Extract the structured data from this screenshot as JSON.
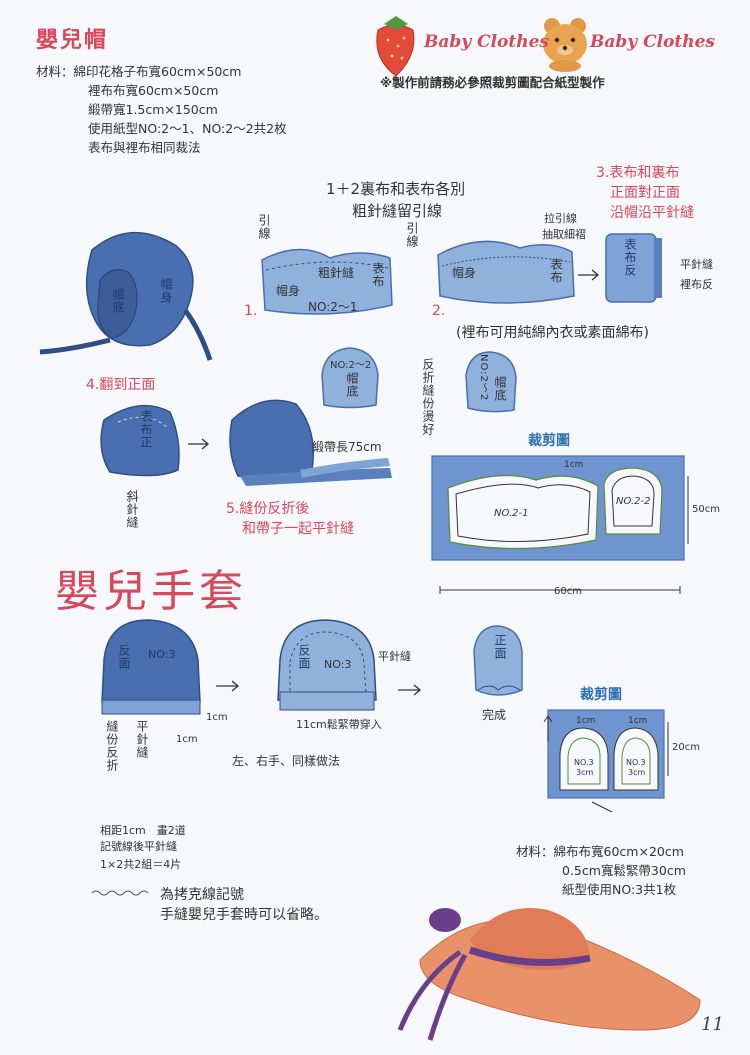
{
  "bonnet": {
    "title": "嬰兒帽",
    "materials_label": "材料：",
    "materials": [
      "綿印花格子布寬60cm×50cm",
      "裡布布寬60cm×50cm",
      "緞帶寬1.5cm×150cm",
      "使用紙型NO:2～1、NO:2～2共2枚",
      "表布與裡布相同裁法"
    ]
  },
  "brand": {
    "text_1": "Baby Clothes",
    "text_2": "Baby Clothes"
  },
  "notice": "※製作前請務必參照裁剪圖配合紙型製作",
  "step1": {
    "heading_1": "1＋2裏布和表布各別",
    "heading_2": "粗針縫留引線",
    "number": "1.",
    "thread_a": "引線",
    "thread_b": "引線",
    "coarse": "粗針縫",
    "outer": "表布",
    "body": "帽身",
    "pattern": "NO:2～1"
  },
  "step2": {
    "number": "2.",
    "gather_1": "拉引線",
    "gather_2": "抽取細褶",
    "body": "帽身",
    "outer": "表布"
  },
  "step3": {
    "line_1": "3.表布和裏布",
    "line_2": "正面對正面",
    "line_3": "沿帽沿平針縫",
    "outer_reverse": "表布反",
    "flat_stitch": "平針縫",
    "lining": "裡布反"
  },
  "lining_note": "(裡布可用純綿內衣或素面綿布)",
  "crown": {
    "pattern_a": "NO:2～2",
    "label_a": "帽底",
    "pattern_b": "NO:2～2",
    "label_b": "帽底",
    "fold_note": "反折縫份燙好"
  },
  "bonnet_drawing": {
    "crown": "帽底",
    "body": "帽身"
  },
  "step4": {
    "text": "4.翻到正面",
    "front": "表布正",
    "bias": "斜針縫"
  },
  "step5": {
    "ribbon": "緞帶長75cm",
    "line_1": "5.縫份反折後",
    "line_2": "和帶子一起平針縫"
  },
  "bonnet_cut": {
    "title": "裁剪圖",
    "piece_1": "NO.2-1",
    "piece_2": "NO.2-2",
    "seam": "1cm",
    "height": "50cm",
    "width": "60cm"
  },
  "mitten": {
    "title": "嬰兒手套",
    "s1_label": "反面",
    "s1_pattern": "NO:3",
    "seam_a": "1cm",
    "seam_b": "1cm",
    "seam_fold": "縫份反折",
    "flat": "平針縫",
    "s2_label": "反面",
    "s2_pattern": "NO:3",
    "s2_stitch": "平針縫",
    "elastic": "11cm鬆緊帶穿入",
    "s3_label": "正面",
    "done": "完成",
    "both_hands": "左、右手、同樣做法",
    "tip_1": "相距1cm　畫2道",
    "tip_2": "記號線後平針縫",
    "tip_3": "1×2共2組＝4片",
    "legend_1": "為拷克線記號",
    "legend_2": "手縫嬰兒手套時可以省略。"
  },
  "mitten_cut": {
    "title": "裁剪圖",
    "seam_1": "1cm",
    "seam_2": "1cm",
    "pattern_1": "NO.3",
    "size_1": "3cm",
    "pattern_2": "NO.3",
    "size_2": "3cm",
    "height": "20cm"
  },
  "mitten_materials": {
    "label": "材料：",
    "lines": [
      "綿布布寬60cm×20cm",
      "0.5cm寬鬆緊帶30cm",
      "紙型使用NO:3共1枚"
    ]
  },
  "page_number": "11",
  "colors": {
    "accent_red": "#d8475a",
    "denim": "#4a6fb0",
    "denim_light": "#8fb1dc",
    "strawberry": "#e24a3b",
    "bear": "#e09a45"
  }
}
